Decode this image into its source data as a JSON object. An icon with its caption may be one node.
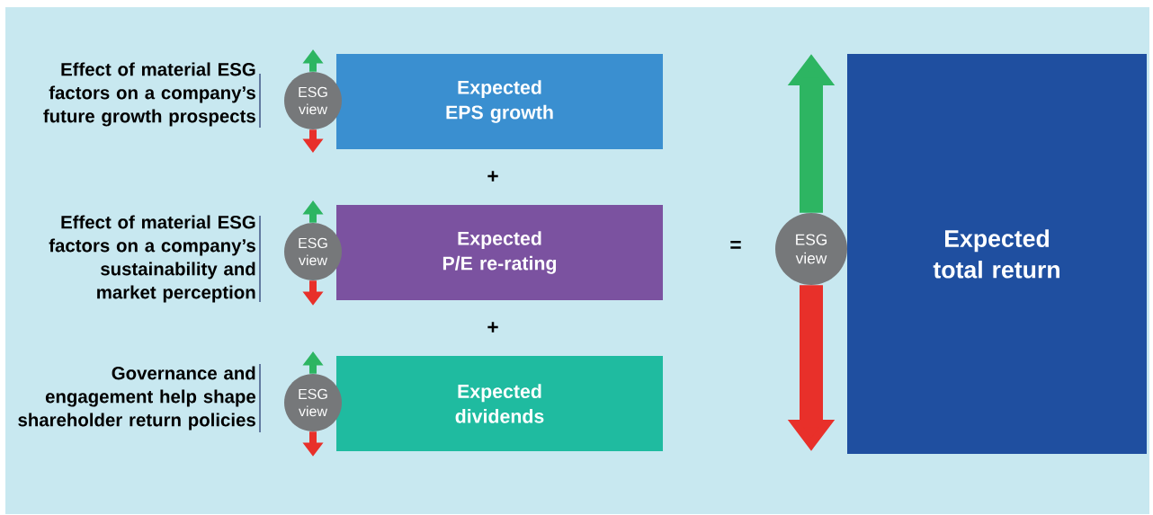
{
  "diagram": {
    "nodes": [
      {
        "text": [
          "Expected EPS growth"
        ]
      },
      {
        "text": [
          "ESG view"
        ]
      },
      {
        "text": [
          "Expected P/E re-rating"
        ]
      },
      {
        "text": [
          "ESG view"
        ]
      },
      {
        "text": [
          "Expected dividends"
        ]
      },
      {
        "text": [
          "ESG view"
        ]
      },
      {
        "text": [
          "Expected total return"
        ]
      },
      {
        "text": [
          "ESG view"
        ]
      }
    ],
    "edges": [
      {
        "from": 1,
        "to": null,
        "arrow": "to",
        "color": "#2db562"
      },
      {
        "from": 1,
        "to": null,
        "arrow": "to",
        "color": "#e8302a"
      },
      {
        "from": 3,
        "to": null,
        "arrow": "to",
        "color": "#2db562"
      },
      {
        "from": 3,
        "to": null,
        "arrow": "to",
        "color": "#e8302a"
      },
      {
        "from": 5,
        "to": null,
        "arrow": "to",
        "color": "#2db562"
      },
      {
        "from": 5,
        "to": null,
        "arrow": "to",
        "color": "#e8302a"
      },
      {
        "from": 7,
        "to": null,
        "arrow": "to",
        "color": "#2db562",
        "style": "thick"
      },
      {
        "from": 7,
        "to": null,
        "arrow": "to",
        "color": "#e8302a",
        "style": "thick"
      }
    ],
    "labels": [
      "Effect of material ESG factors on a company’s future growth prospects",
      "+",
      "Effect of material ESG factors on a company’s sustainability and market perception",
      "+",
      "=",
      "Governance and engagement help shape shareholder return policies"
    ]
  }
}
